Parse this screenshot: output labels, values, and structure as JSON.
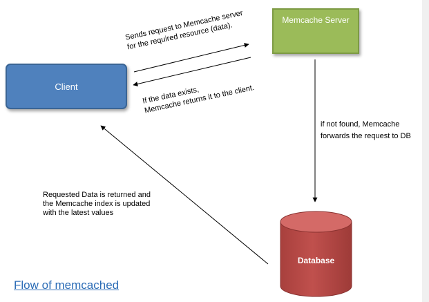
{
  "client": {
    "label": "Client"
  },
  "memcache_server": {
    "label": "Memcache Server"
  },
  "database": {
    "label": "Database"
  },
  "notes": {
    "request": [
      "Sends request to Memcache server",
      "for the required resource (data)."
    ],
    "response": [
      "If the data exists,",
      "Memcache returns it to the client."
    ],
    "forward": [
      "if not found, Memcache",
      "forwards the request to DB"
    ],
    "returned": [
      "Requested Data is returned and",
      "the Memcache index is updated",
      "with the latest values"
    ]
  },
  "caption": "Flow of memcached",
  "colors": {
    "client": "#4f81bd",
    "memcache_server": "#9bbb59",
    "database": "#c0504d",
    "caption": "#2b6cb6"
  }
}
